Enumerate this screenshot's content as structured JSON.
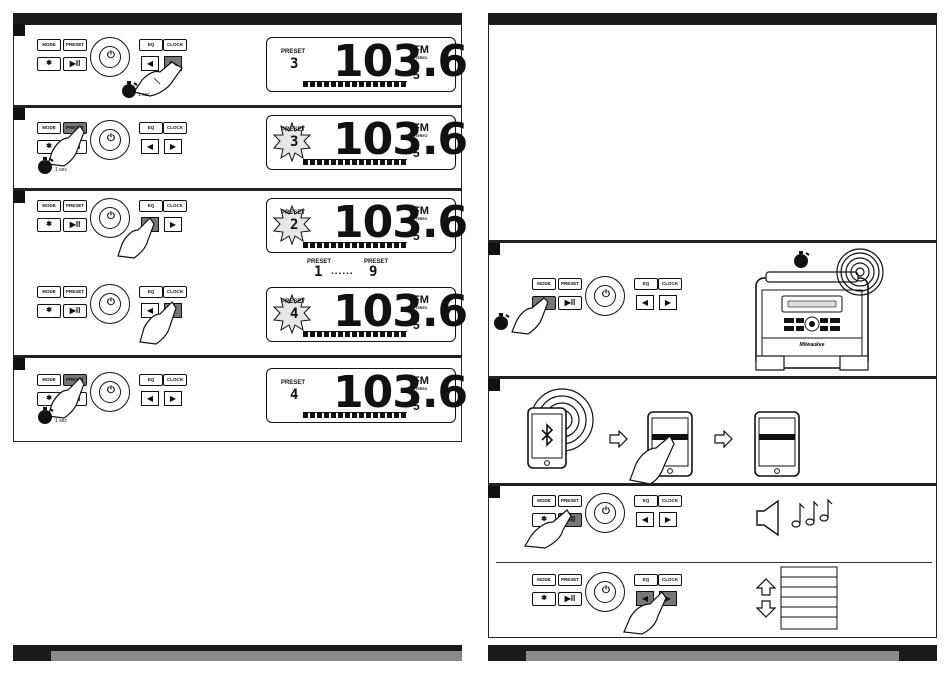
{
  "panel": {
    "mode_label": "MODE",
    "preset_label": "PRESET",
    "bt_label": "✱",
    "play_label": "▶II",
    "power_label": "⏻",
    "eq_label": "EQ",
    "clock_label": "CLOCK",
    "left_arrow": "◀",
    "right_arrow": "▶"
  },
  "lcd": {
    "frequency": "103.6",
    "band": "FM",
    "stereo": "STEREO",
    "signal": "5",
    "preset_label": "PRESET"
  },
  "left_steps": {
    "step1_preset": "3",
    "step2_preset": "3",
    "step3a_preset": "2",
    "range_label_left": "PRESET",
    "range_label_right": "PRESET",
    "range_start": "1",
    "range_dots": "......",
    "range_end": "9",
    "step3b_preset": "4",
    "step4_preset": "4",
    "hold_time": "1 sec"
  },
  "radio_device": {
    "brand": "Milwaukee"
  },
  "icons": {
    "bluetooth": "bluetooth-icon",
    "timer": "stopwatch-icon",
    "speaker": "speaker-icon",
    "notes": "music-notes-icon",
    "volume_up": "arrow-up-icon",
    "volume_down": "arrow-down-icon"
  },
  "colors": {
    "ink": "#111111",
    "pressed": "#777777",
    "footer_grey": "#8a8a8a"
  }
}
